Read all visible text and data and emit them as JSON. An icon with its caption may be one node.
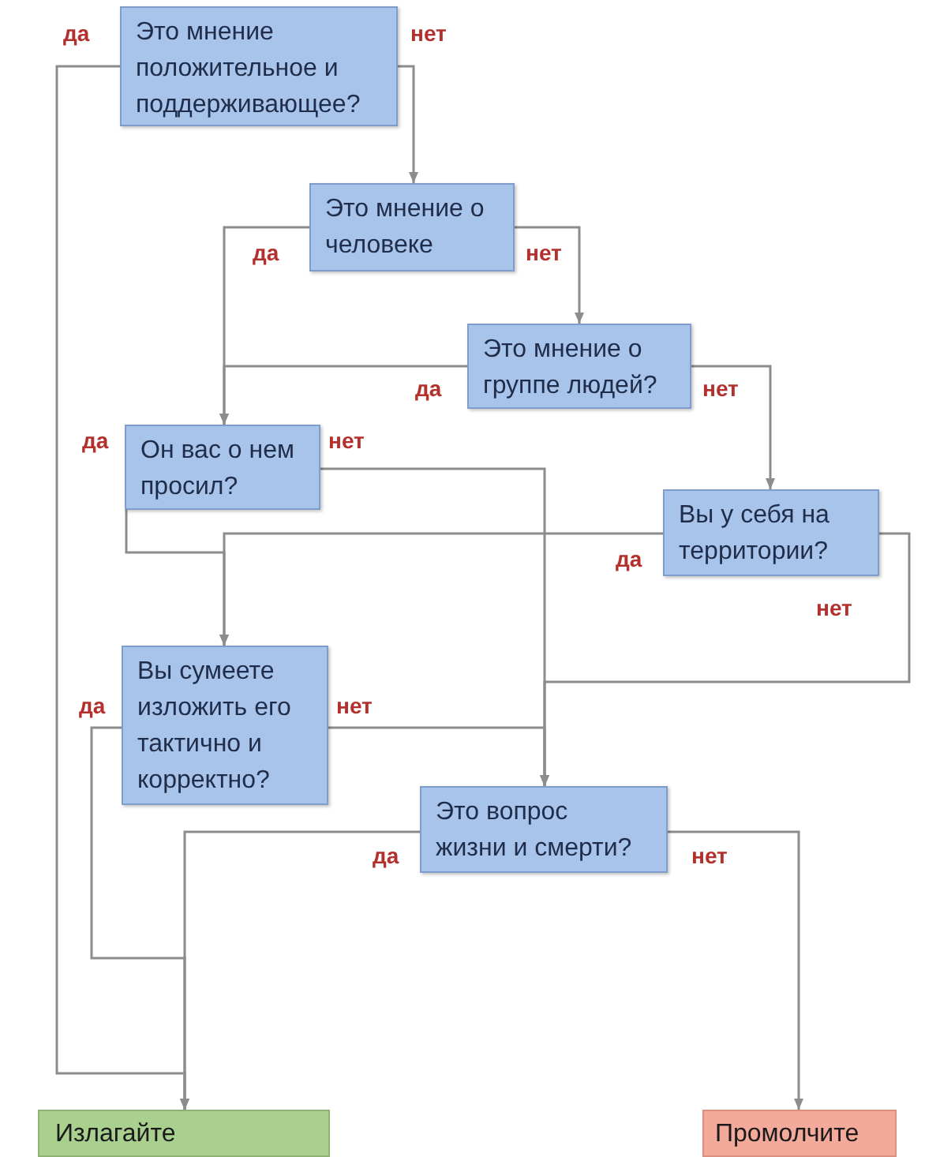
{
  "diagram": {
    "nodes": [
      {
        "text": [
          "Это мнение положительное и поддерживающее?"
        ]
      },
      {
        "text": [
          "Это мнение о человеке"
        ]
      },
      {
        "text": [
          "Это мнение о группе людей?"
        ]
      },
      {
        "text": [
          "Он вас о нем просил?"
        ]
      },
      {
        "text": [
          "Вы у себя на территории?"
        ]
      },
      {
        "text": [
          "Вы сумеете изложить его тактично и корректно?"
        ]
      },
      {
        "text": [
          "Это вопрос жизни и смерти?"
        ]
      },
      {
        "text": [
          "Излагайте"
        ]
      },
      {
        "text": [
          "Промолчите"
        ]
      }
    ],
    "edges": [
      {
        "from": 0,
        "to": 7,
        "arrow": "to",
        "label": "да"
      },
      {
        "from": 0,
        "to": 1,
        "arrow": "to",
        "label": "нет"
      },
      {
        "from": 1,
        "to": 3,
        "arrow": "to",
        "label": "да"
      },
      {
        "from": 1,
        "to": 2,
        "arrow": "to",
        "label": "нет"
      },
      {
        "from": 2,
        "to": 3,
        "arrow": "to",
        "label": "да"
      },
      {
        "from": 2,
        "to": 4,
        "arrow": "to",
        "label": "нет"
      },
      {
        "from": 3,
        "to": 5,
        "arrow": "to",
        "label": "да"
      },
      {
        "from": 3,
        "to": 6,
        "arrow": "to",
        "label": "нет"
      },
      {
        "from": 4,
        "to": 5,
        "arrow": "to",
        "label": "да"
      },
      {
        "from": 4,
        "to": 6,
        "arrow": "to",
        "label": "нет"
      },
      {
        "from": 5,
        "to": 7,
        "arrow": "to",
        "label": "да"
      },
      {
        "from": 5,
        "to": 6,
        "arrow": "to",
        "label": "нет"
      },
      {
        "from": 6,
        "to": 7,
        "arrow": "to",
        "label": "да"
      },
      {
        "from": 6,
        "to": 8,
        "arrow": "to",
        "label": "нет"
      }
    ]
  }
}
